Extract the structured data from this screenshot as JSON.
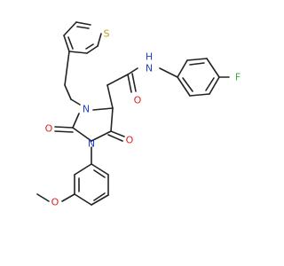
{
  "colors": {
    "background": "#ffffff",
    "bond": "#222222",
    "oxygen": "#e02020",
    "nitrogen": "#2040d0",
    "sulfur": "#c0a020",
    "fluorine": "#33aa44"
  },
  "atom_labels": {
    "sulfur": "S",
    "amide_nitrogen": "N",
    "amide_hydrogen": "H",
    "fluorine": "F",
    "amide_oxygen": "O",
    "ring_nitrogen_upper": "N",
    "ring_nitrogen_lower": "N",
    "ring_carbonyl_oxygen_left": "O",
    "ring_carbonyl_oxygen_right": "O",
    "methoxy_oxygen": "O"
  }
}
